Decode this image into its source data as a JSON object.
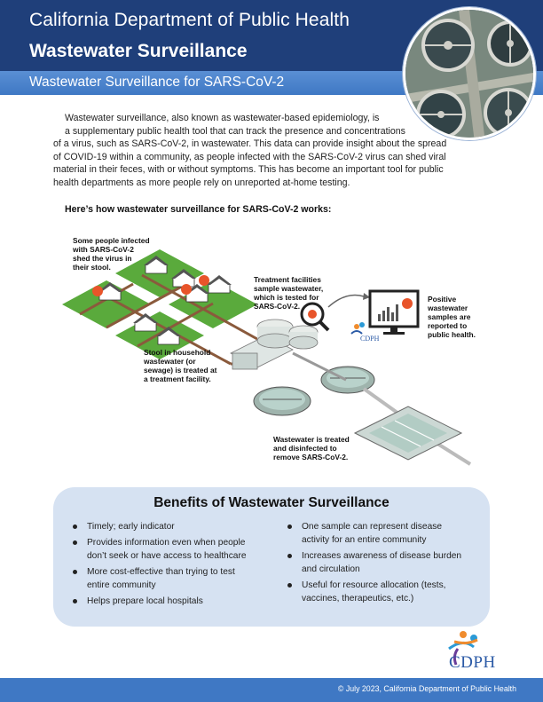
{
  "header": {
    "title_line1": "California Department of Public Health",
    "title_line2": "Wastewater Surveillance",
    "subtitle": "Wastewater Surveillance for SARS-CoV-2"
  },
  "intro": {
    "lines": [
      "Wastewater surveillance, also known as wastewater-based epidemiology, is",
      "a supplementary public health tool that can track the presence and concentrations",
      "of a virus, such as SARS-CoV-2, in wastewater. This data can provide insight about the spread",
      "of COVID-19 within a community, as people infected with  the SARS-CoV-2 virus can shed viral",
      "material in their feces, with or without symptoms. This has become an important tool for public",
      "health departments as more people rely on unreported at-home testing."
    ],
    "howto_heading": "Here’s how wastewater surveillance for SARS-CoV-2 works:"
  },
  "diagram": {
    "label_infected": [
      "Some people infected",
      "with SARS-CoV-2",
      "shed the virus in",
      "their stool."
    ],
    "label_treatment_sample": [
      "Treatment facilities",
      "sample wastewater,",
      "which is tested for",
      "SARS-CoV-2."
    ],
    "label_positive": [
      "Positive",
      "wastewater",
      "samples are",
      "reported to",
      "public health."
    ],
    "label_stool": [
      "Stool in household",
      "wastewater (or",
      "sewage) is treated at",
      "a treatment facility."
    ],
    "label_treated": [
      "Wastewater is treated",
      "and disinfected to",
      "remove SARS-CoV-2."
    ],
    "mini_logo_text": "CDPH"
  },
  "benefits": {
    "title": "Benefits of Wastewater Surveillance",
    "left": [
      {
        "lines": [
          "Timely; early indicator"
        ]
      },
      {
        "lines": [
          "Provides information even when people",
          "don’t seek or have access to healthcare"
        ]
      },
      {
        "lines": [
          "More cost-effective than trying to test",
          "entire community"
        ]
      },
      {
        "lines": [
          "Helps prepare local hospitals"
        ]
      }
    ],
    "right": [
      {
        "lines": [
          "One sample can represent disease",
          "activity for an entire community"
        ]
      },
      {
        "lines": [
          "Increases awareness of disease burden",
          "and circulation"
        ]
      },
      {
        "lines": [
          "Useful for resource allocation (tests,",
          "vaccines, therapeutics, etc.)"
        ]
      }
    ]
  },
  "logo": {
    "text": "CDPH"
  },
  "footer": {
    "text": "© July 2023, California Department of Public Health"
  },
  "colors": {
    "header_navy": "#1f3f7a",
    "subbar_blue": "#4a82cc",
    "benefits_bg": "#d6e2f2",
    "virus_orange": "#e8542a",
    "grass_green": "#5aaa3c",
    "pipe_brown": "#8a5a3c"
  },
  "icons": [
    "virus-icon",
    "magnifier-icon",
    "monitor-chart-icon",
    "house-icon",
    "treatment-plant-icon",
    "cdph-logo"
  ]
}
